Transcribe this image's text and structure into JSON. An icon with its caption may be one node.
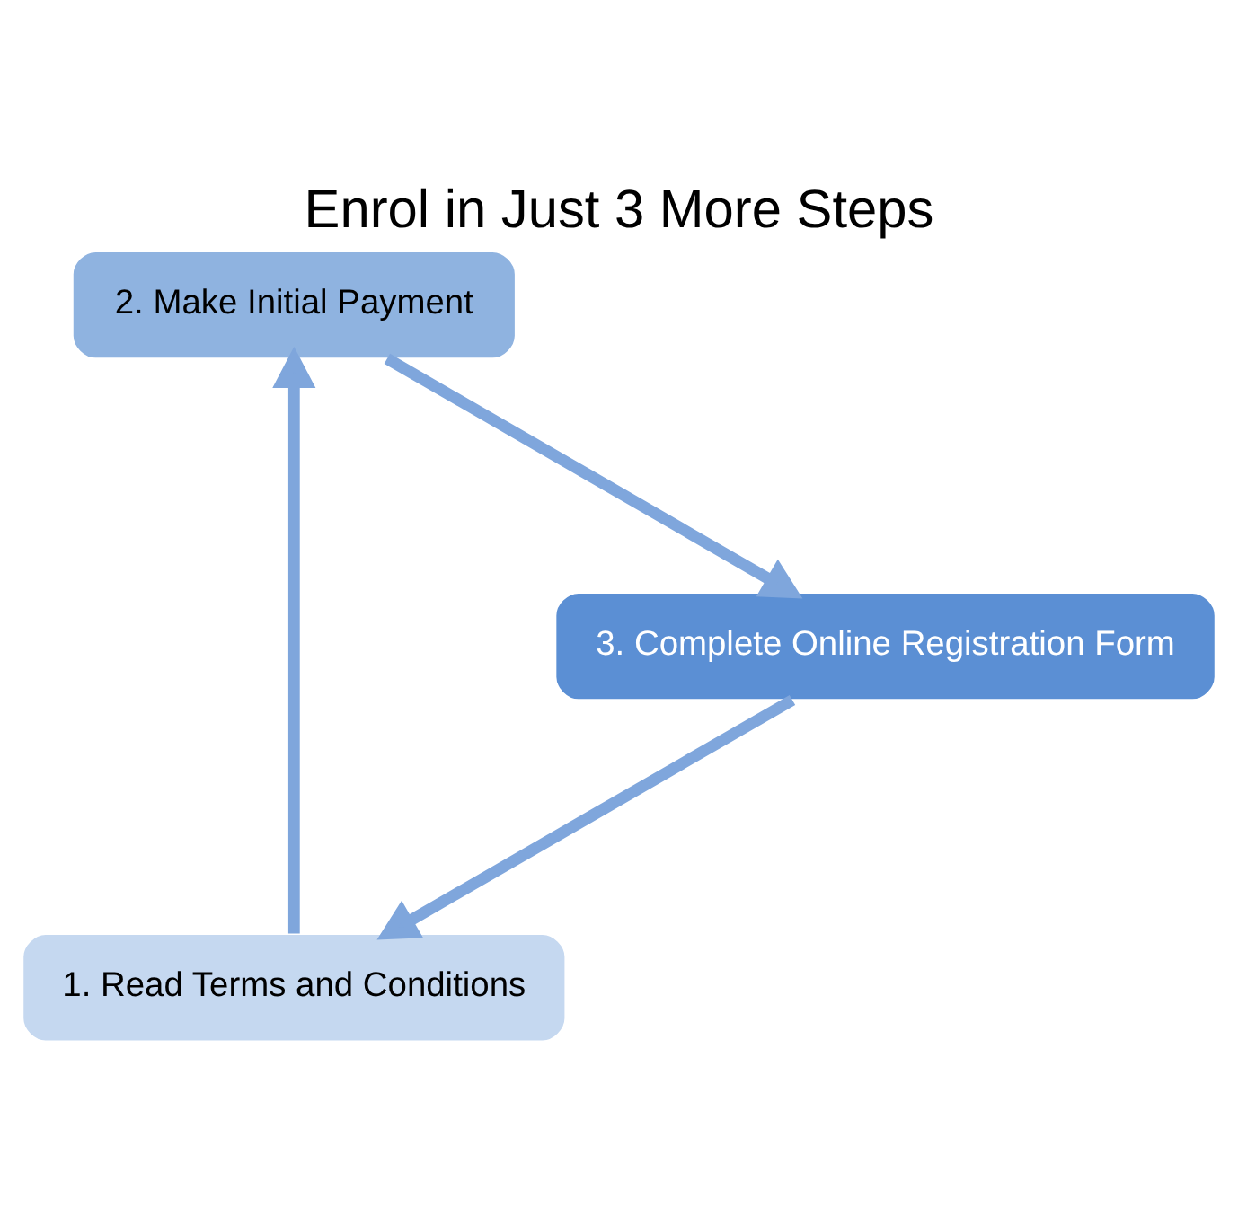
{
  "diagram": {
    "title": "Enrol in Just 3 More Steps",
    "nodes": [
      {
        "text": [
          "1. Read Terms and Conditions"
        ]
      },
      {
        "text": [
          "2. Make Initial Payment"
        ]
      },
      {
        "text": [
          "3. Complete Online Registration Form"
        ]
      }
    ],
    "edges": [
      {
        "from": 0,
        "to": 1,
        "arrow": "to"
      },
      {
        "from": 1,
        "to": 2,
        "arrow": "to"
      },
      {
        "from": 2,
        "to": 0,
        "arrow": "to"
      }
    ]
  }
}
